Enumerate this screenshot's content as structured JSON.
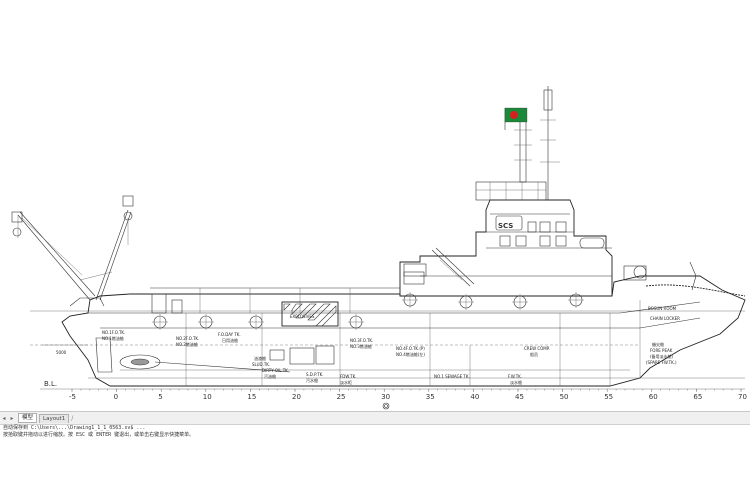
{
  "drawing": {
    "funnel_logo": "SCS",
    "baseline_label": "B.L.",
    "dimension_label": "5000",
    "axis_ticks": [
      "-5",
      "0",
      "5",
      "10",
      "15",
      "20",
      "25",
      "30",
      "35",
      "40",
      "45",
      "50",
      "55",
      "60",
      "65",
      "70"
    ],
    "colors": {
      "flag_green": "#1a8a3a",
      "flag_red": "#d62020",
      "line": "#333333"
    },
    "labels": {
      "fo_tk": "NO.1F.O.TK.",
      "fo_tk_cn": "NO.1燃油舱",
      "no2fo": "NO.2F.O.TK.",
      "no2fo_cn": "NO.2燃油舱",
      "day_tk": "F.O.DAY TK.",
      "day_tk_cn": "日用油舱",
      "no3fo": "NO.3F.O.TK.",
      "no3fo_cn": "NO.3燃油舱",
      "no4fo": "NO.4F.O.TK.(P)",
      "no4fo_cn": "NO.4燃油舱(左)",
      "crew_comp": "CREW COMP.",
      "crew_comp_cn": "船员",
      "bosun_room": "BOSUN ROOM",
      "chain_locker": "CHAIN LOCKER",
      "fore_peak_cn": "艏尖舱",
      "fore_peak": "FORE PEAK",
      "spare_cn": "(备用淡水舱)",
      "spare": "(SPARE FW.TK.)",
      "fw_tk": "F.W.TK.",
      "fw_tk_cn": "淡水舱",
      "sewage_tk": "NO.1 SEWAGE TK.",
      "dirty_oil": "DIRTY OIL TK.",
      "dirty_oil_cn": "污油舱",
      "sdp_tk": "S.D.P.TK.",
      "sdp_tk_cn": "污水舱",
      "fdw": "FDW.TK.",
      "fdw_cn": "淡水柜",
      "small1": "SLUD.TK.",
      "small1_cn": "油渣舱"
    }
  },
  "tabs": {
    "model": "模型",
    "layout": "Layout1"
  },
  "command_line": {
    "line1": "自动保存到 C:\\Users\\...\\Drawing1_1_1_0563.sv$ ...",
    "line2": "按拾取键并拖动以进行缩放。按 ESC 或 ENTER 键退出，或单击右键显示快捷菜单。"
  }
}
